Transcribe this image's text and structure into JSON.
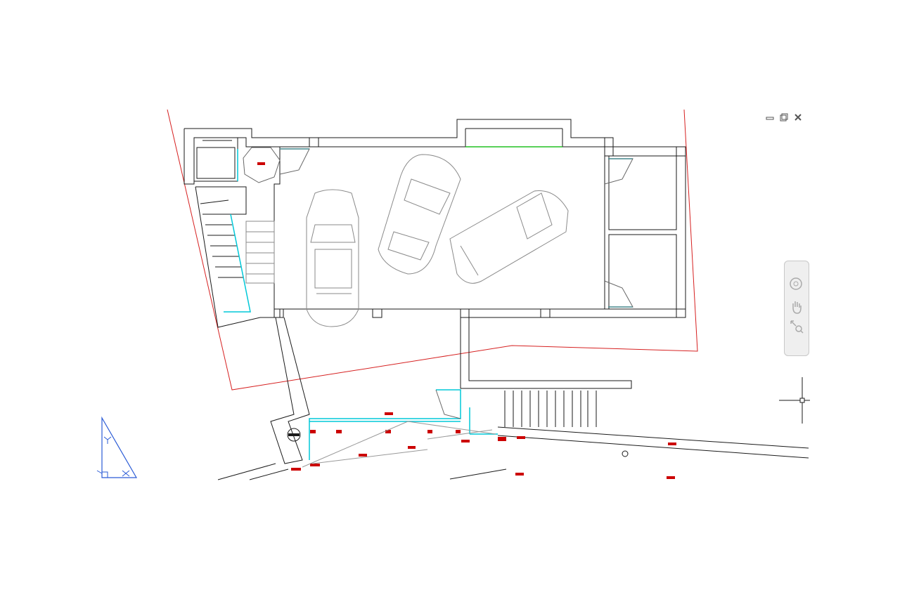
{
  "window": {
    "controls": [
      {
        "name": "minimize-button",
        "icon": "minimize-icon"
      },
      {
        "name": "restore-button",
        "icon": "restore-icon"
      },
      {
        "name": "close-button",
        "icon": "close-icon"
      }
    ]
  },
  "navigation_bar": {
    "tools": [
      {
        "name": "steering-wheel-button",
        "icon": "steering-wheel-icon"
      },
      {
        "name": "pan-button",
        "icon": "hand-icon"
      },
      {
        "name": "zoom-extents-button",
        "icon": "zoom-extents-icon"
      }
    ]
  },
  "colors": {
    "background": "#ffffff",
    "linework": "#1a1a1a",
    "car_linework": "#8a8a8a",
    "property_line": "#d62020",
    "glazing": "#00c8d8",
    "opening": "#22c022",
    "markers": "#cc0000",
    "ucs": "#2a5bd6"
  }
}
